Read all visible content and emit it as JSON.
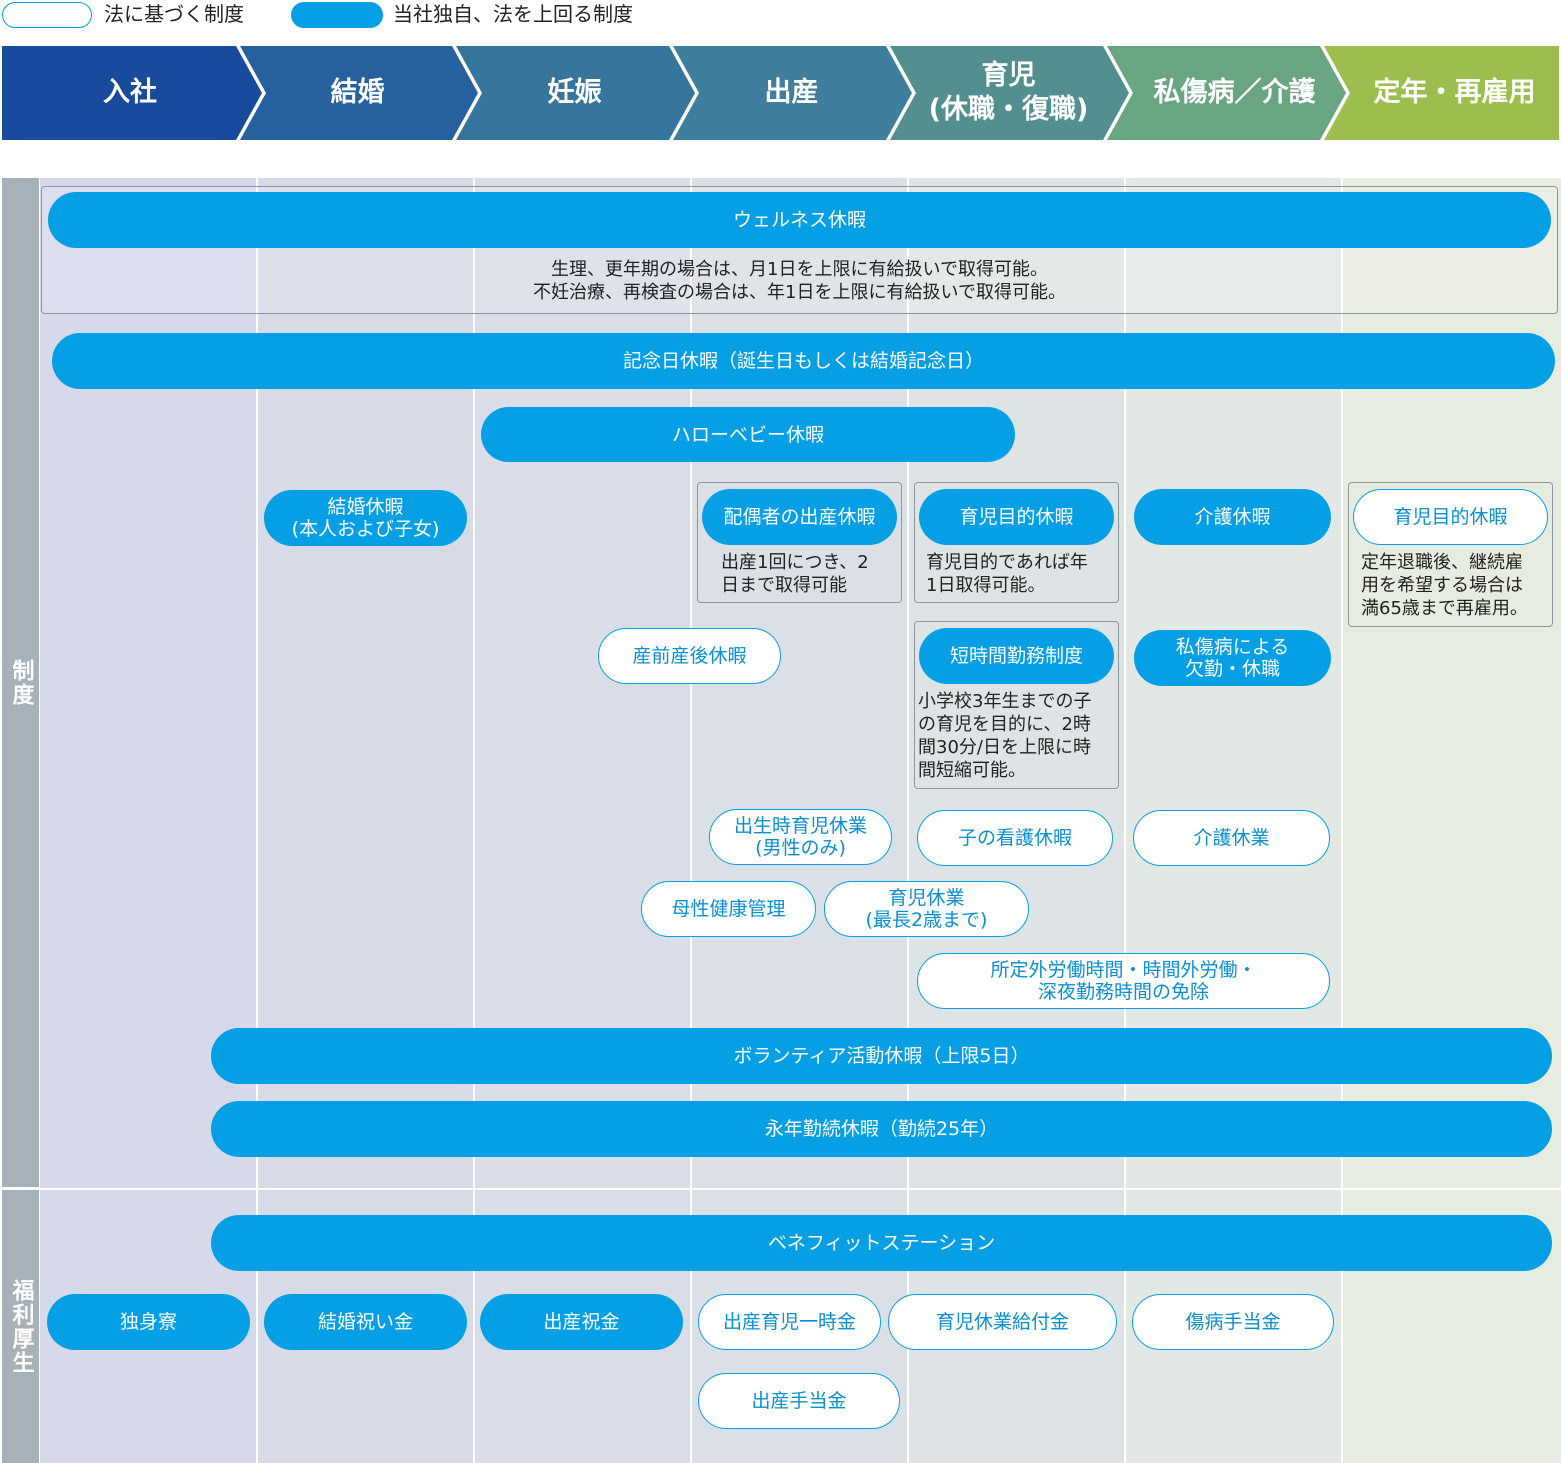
{
  "legend": {
    "law_label": "法に基づく制度",
    "company_label": "当社独自、法を上回る制度"
  },
  "stages": [
    "入社",
    "結婚",
    "妊娠",
    "出産",
    "育児\n(休職・復職)",
    "私傷病／介護",
    "定年・再雇用"
  ],
  "sections": {
    "system": "制度",
    "welfare": "福利厚生"
  },
  "systems": {
    "wellness": {
      "label": "ウェルネス休暇",
      "note": [
        "生理、更年期の場合は、月1日を上限に有給扱いで取得可能。",
        "不妊治療、再検査の場合は、年1日を上限に有給扱いで取得可能。"
      ]
    },
    "anniversary": "記念日休暇（誕生日もしくは結婚記念日）",
    "hello_baby": "ハローベビー休暇",
    "marriage_leave": "結婚休暇\n(本人および子女)",
    "spouse_birth": {
      "label": "配偶者の出産休暇",
      "note": [
        "出産1回につき、2",
        "日まで取得可能"
      ]
    },
    "childcare_purpose": {
      "label": "育児目的休暇",
      "note": [
        "育児目的であれば年",
        "1日取得可能。"
      ]
    },
    "care_leave": "介護休暇",
    "rehire_childcare": {
      "label": "育児目的休暇",
      "note": [
        "定年退職後、継続雇",
        "用を希望する場合は",
        "満65歳まで再雇用。"
      ]
    },
    "maternity": "産前産後休暇",
    "short_hours": {
      "label": "短時間勤務制度",
      "note": [
        "小学校3年生までの子",
        "の育児を目的に、2時",
        "間30分/日を上限に時",
        "間短縮可能。"
      ]
    },
    "illness_absence": "私傷病による\n欠勤・休職",
    "paternity": "出生時育児休業\n(男性のみ)",
    "child_nursing": "子の看護休暇",
    "care_leave_long": "介護休業",
    "maternal_health": "母性健康管理",
    "childcare_leave": "育児休業\n(最長2歳まで)",
    "overtime_exempt": "所定外労働時間・時間外労働・\n深夜勤務時間の免除",
    "volunteer": "ボランティア活動休暇（上限5日）",
    "long_service": "永年勤続休暇（勤続25年）"
  },
  "welfare": {
    "benefit_station": "ベネフィットステーション",
    "dorm": "独身寮",
    "wedding_gift": "結婚祝い金",
    "birth_gift": "出産祝金",
    "birth_lump_sum": "出産育児一時金",
    "childcare_benefit": "育児休業給付金",
    "sickness_allowance": "傷病手当金",
    "maternity_allowance": "出産手当金"
  },
  "colors": {
    "company_blue": "#049fe4",
    "stage_start": "#184b9e",
    "stage_end": "#9bbe4f",
    "side_gray": "#a7b1b9"
  }
}
